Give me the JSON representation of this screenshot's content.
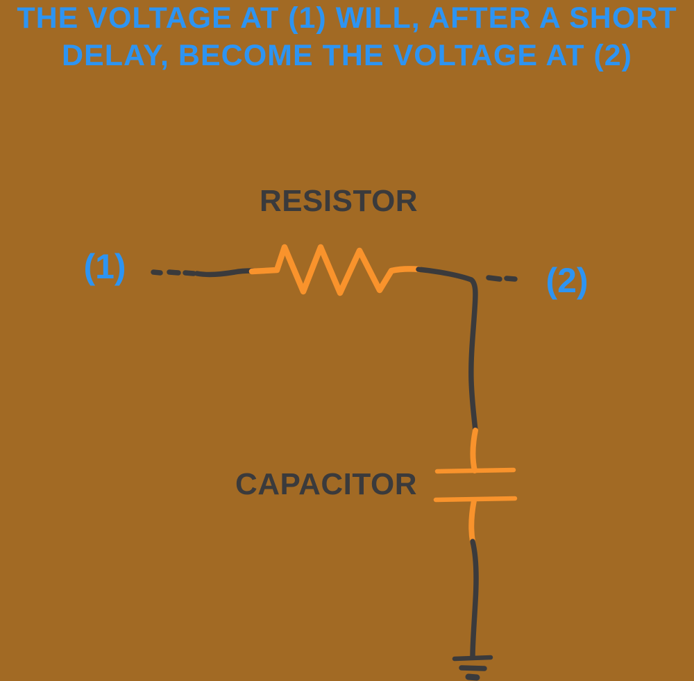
{
  "colors": {
    "background": "#a26a24",
    "wire_dark": "#3a3a3c",
    "component_orange": "#f9932c",
    "annotation_blue": "#2d94f2",
    "label_dark": "#3a3a3c"
  },
  "title": {
    "line1": "THE VOLTAGE AT (1) WILL, AFTER A SHORT",
    "line2": "DELAY, BECOME THE VOLTAGE AT (2)"
  },
  "circuit": {
    "resistor_label": "RESISTOR",
    "capacitor_label": "CAPACITOR",
    "node1_label": "(1)",
    "node2_label": "(2)"
  }
}
